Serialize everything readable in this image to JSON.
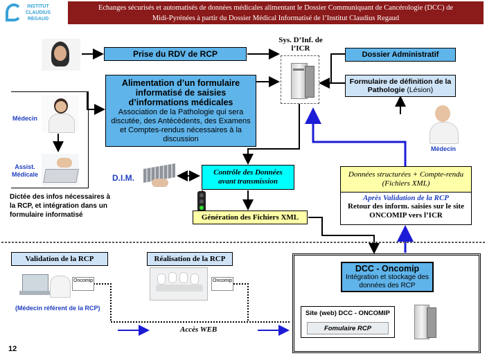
{
  "logo": {
    "line1": "INSTITUT",
    "line2": "CLAUDIUS",
    "line3": "REGAUD"
  },
  "header": {
    "line1": "Echanges sécurisés et automatisés de données médicales alimentant le Dossier Communiquant de Cancérologie (DCC) de",
    "line2": "Midi-Pyrénées à partir du Dossier Médical Informatisé de l’Institut Claudius Regaud",
    "bg_color": "#8b1a1a"
  },
  "boxes": {
    "prise_rdv": "Prise du RDV de RCP",
    "alimentation_title": "Alimentation d’un formulaire informatisé de saisies d’informations médicales",
    "alimentation_body": "Association de la Pathologie qui sera discutée, des Antécédents, des Examens et Comptes-rendus nécessaires à la discussion",
    "sys_inf": "Sys. D’Inf. de l’ICR",
    "dossier_admin": "Dossier Administratif",
    "formulaire_def_bold": "Formulaire de définition de la Pathologie",
    "formulaire_def_normal": "(Lésion)",
    "controle": "Contrôle des Données avant transmission",
    "generation": "Génération des Fichiers XML",
    "donnees_struct": "Données structurées + Compte-rendu (Fichiers XML)",
    "apres_validation": "Après Validation de la RCP",
    "retour": "Retour des inform. saisies sur le site ONCOMIP vers l’ICR",
    "validation_rcp": "Validation de la RCP",
    "realisation_rcp": "Réalisation de la RCP",
    "dcc_title": "DCC - Oncomip",
    "dcc_body": "Intégration et stockage des données des RCP",
    "site_web": "Site (web) DCC - ONCOMIP",
    "formulaire_rcp": "Fomulaire RCP"
  },
  "labels": {
    "medecin": "Médecin",
    "assist": "Assist. Médicale",
    "medecin_right": "Médecin",
    "dim": "D.I.M.",
    "dictee": "Dictée des infos nécessaires à la RCP, et intégration dans un formulaire informatisé",
    "medecin_referent": "(Médecin référent de la RCP)",
    "oncomip_1": "Oncomip",
    "oncomip_2": "Oncomip",
    "acces_web": "Accès WEB",
    "page_number": "12"
  },
  "colors": {
    "accent_blue": "#5fb4ea",
    "light_blue": "#cfe3f7",
    "yellow": "#ffffa8",
    "cyan": "#00ffff",
    "arrow_blue": "#1c1cd6",
    "label_blue": "#1f3fbf"
  }
}
